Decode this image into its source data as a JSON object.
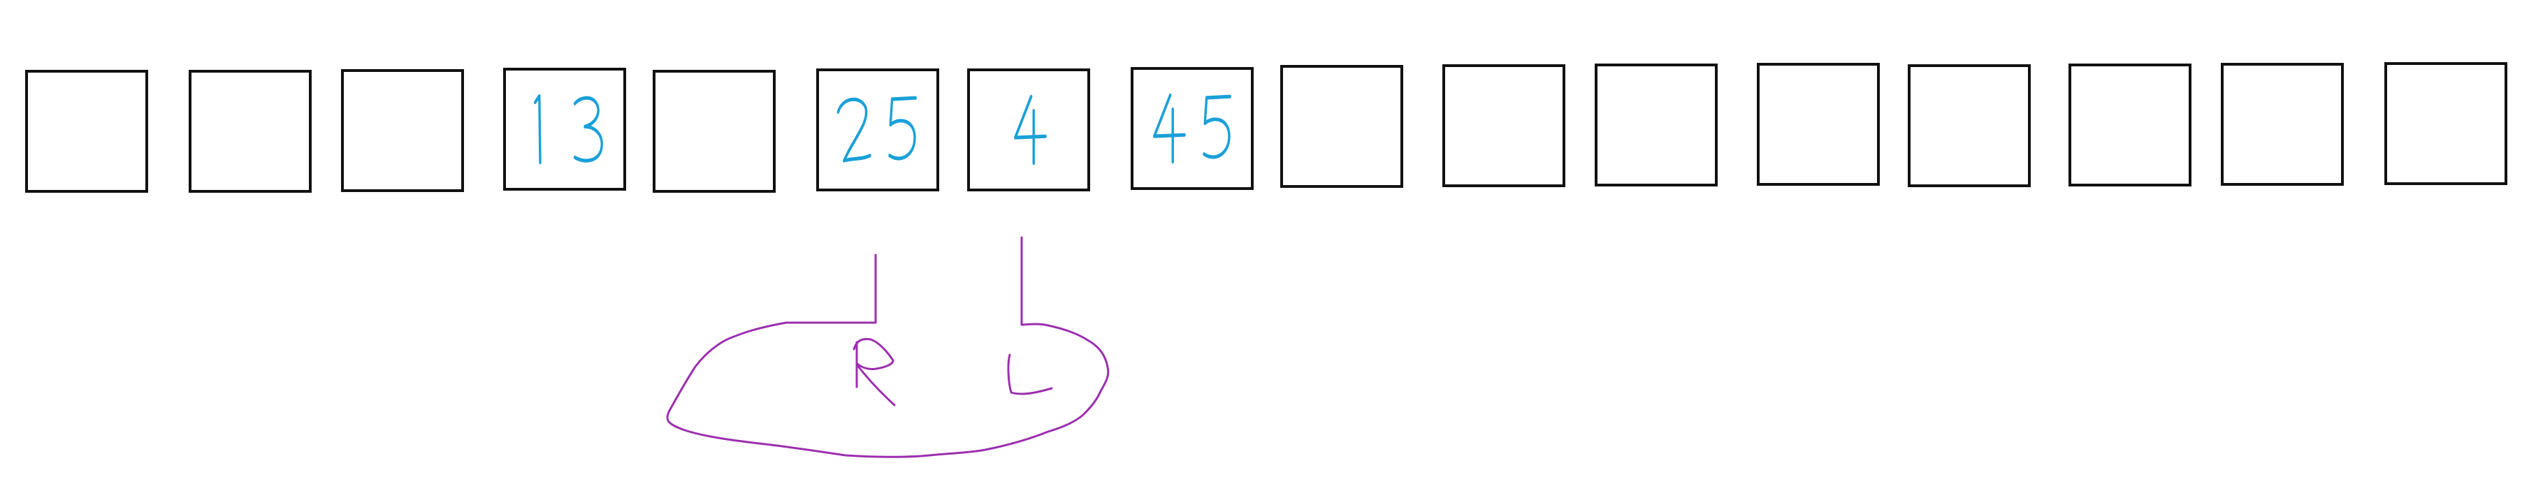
{
  "diagram": {
    "slot_count": 16,
    "slot_values": [
      "",
      "",
      "",
      "13",
      "",
      "25",
      "4",
      "45",
      "",
      "",
      "",
      "",
      "",
      "",
      "",
      ""
    ],
    "ink_color_numbers": "#1aa0d8",
    "ink_color_annotation": "#9b2fae",
    "box_stroke_color": "#111111",
    "annotation": {
      "description_letters": [
        "R",
        "L"
      ],
      "linked_slot_indices": [
        5,
        6
      ]
    }
  }
}
